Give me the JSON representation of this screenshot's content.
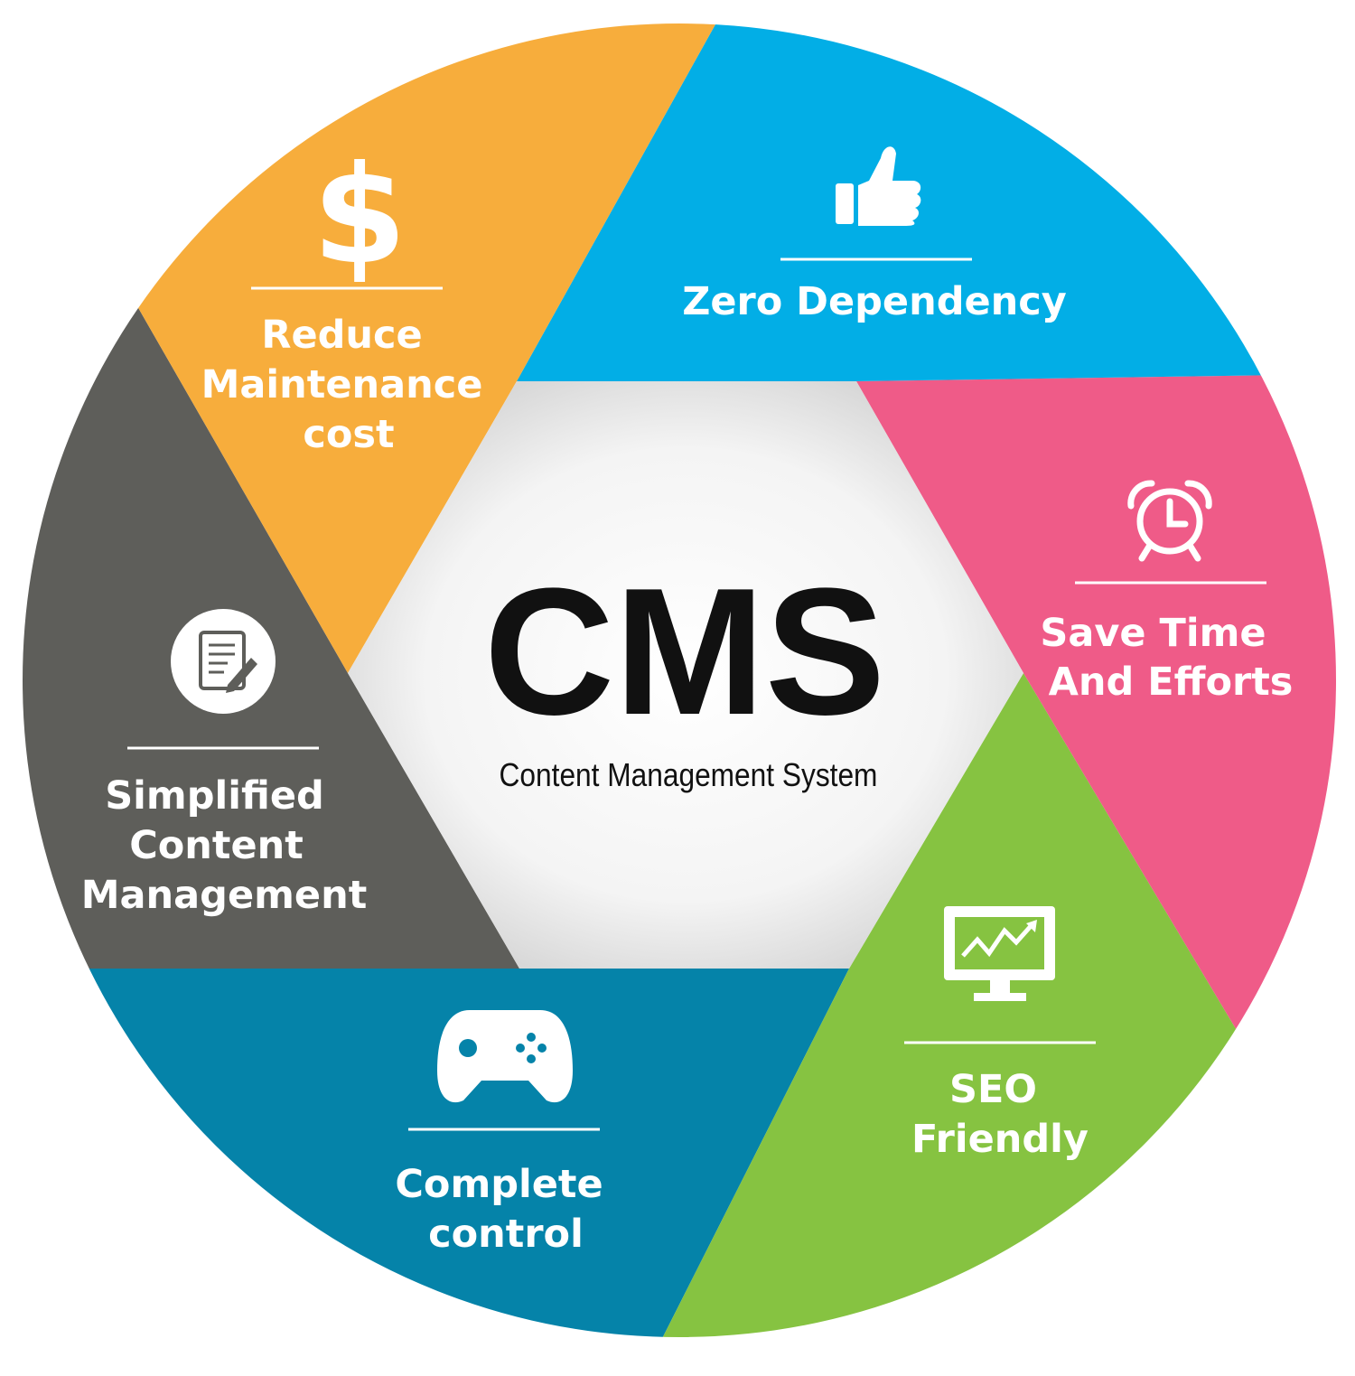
{
  "center": {
    "title": "CMS",
    "subtitle": "Content Management System"
  },
  "segments": [
    {
      "id": "reduce-maintenance",
      "color": "#F7AD3C",
      "icon": "dollar-icon",
      "lines": [
        "Reduce",
        "Maintenance",
        "cost"
      ]
    },
    {
      "id": "zero-dependency",
      "color": "#02AEE6",
      "icon": "thumbs-up-icon",
      "lines": [
        "Zero Dependency"
      ]
    },
    {
      "id": "save-time",
      "color": "#EF5B88",
      "icon": "alarm-clock-icon",
      "lines": [
        "Save Time",
        "And Efforts"
      ]
    },
    {
      "id": "seo-friendly",
      "color": "#86C341",
      "icon": "monitor-chart-icon",
      "lines": [
        "SEO",
        "Friendly"
      ]
    },
    {
      "id": "complete-control",
      "color": "#0583A9",
      "icon": "gamepad-icon",
      "lines": [
        "Complete",
        "control"
      ]
    },
    {
      "id": "simplified-content",
      "color": "#5E5E5A",
      "icon": "document-edit-icon",
      "lines": [
        "Simplified",
        "Content",
        "Management"
      ]
    }
  ]
}
